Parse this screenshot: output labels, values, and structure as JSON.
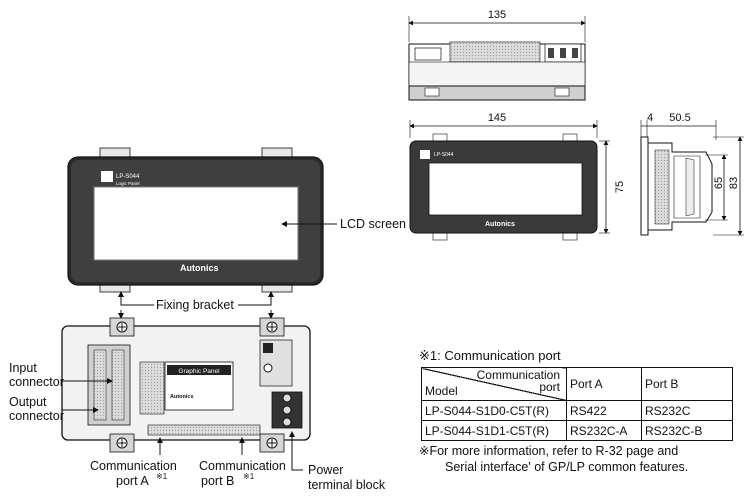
{
  "dimensions": {
    "top_width": "135",
    "front_width": "145",
    "front_height": "75",
    "side_depth_small": "4",
    "side_depth": "50.5",
    "side_height_inner": "65",
    "side_height_outer": "83"
  },
  "panel": {
    "model_text": "LP-S044",
    "subtitle_text": "Logic Panel",
    "brand": "Autonics",
    "rear_label": "Graphic Panel"
  },
  "callouts": {
    "lcd_screen": "LCD screen",
    "fixing_bracket": "Fixing bracket",
    "input_connector_l1": "Input",
    "input_connector_l2": "connector",
    "output_connector_l1": "Output",
    "output_connector_l2": "connector",
    "comm_port_a_l1": "Communication",
    "comm_port_a_l2": "port A",
    "comm_port_a_sup": "※1",
    "comm_port_b_l1": "Communication",
    "comm_port_b_l2": "port B",
    "comm_port_b_sup": "※1",
    "power_l1": "Power",
    "power_l2": "terminal block"
  },
  "comm_table": {
    "title": "※1: Communication port",
    "header_top": "Communication",
    "header_top2": "port",
    "header_model": "Model",
    "col_a": "Port A",
    "col_b": "Port B",
    "rows": [
      {
        "model": "LP-S044-S1D0-C5T(R)",
        "a": "RS422",
        "b": "RS232C"
      },
      {
        "model": "LP-S044-S1D1-C5T(R)",
        "a": "RS232C-A",
        "b": "RS232C-B"
      }
    ],
    "note_l1": "※For more information, refer to R-32 page and",
    "note_l2": "Serial interface' of GP/LP common features."
  }
}
